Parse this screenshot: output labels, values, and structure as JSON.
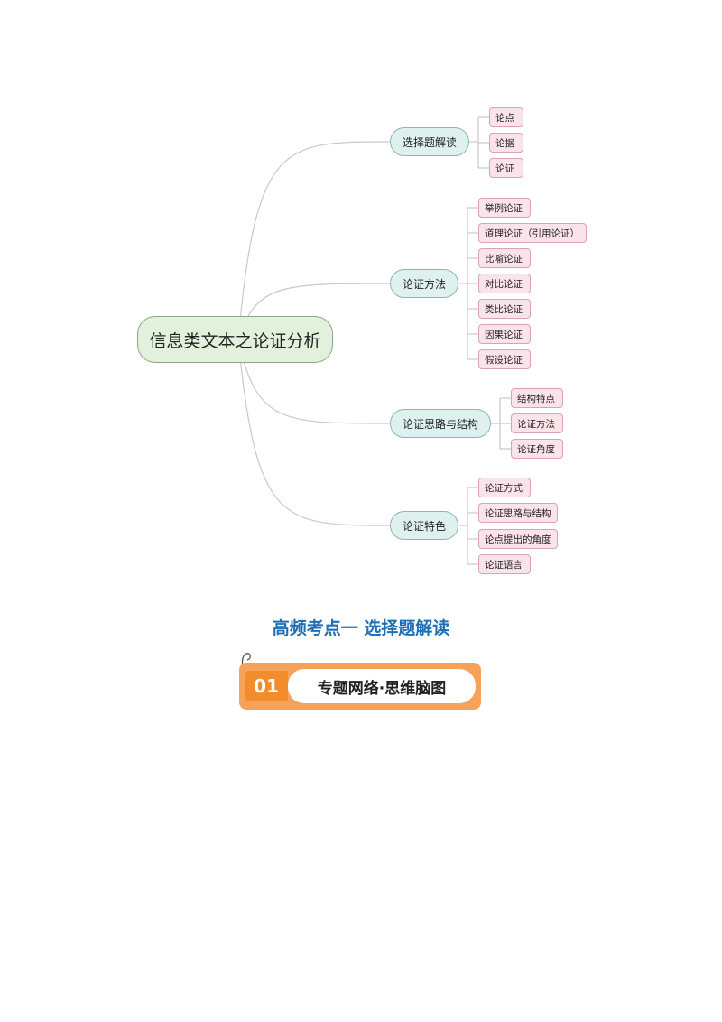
{
  "mindmap": {
    "root": "信息类文本之论证分析",
    "branches": [
      {
        "label": "选择题解读",
        "leaves": [
          "论点",
          "论据",
          "论证"
        ]
      },
      {
        "label": "论证方法",
        "leaves": [
          "举例论证",
          "道理论证（引用论证）",
          "比喻论证",
          "对比论证",
          "类比论证",
          "因果论证",
          "假设论证"
        ]
      },
      {
        "label": "论证思路与结构",
        "leaves": [
          "结构特点",
          "论证方法",
          "论证角度"
        ]
      },
      {
        "label": "论证特色",
        "leaves": [
          "论证方式",
          "论证思路与结构",
          "论点提出的角度",
          "论证语言"
        ]
      }
    ],
    "colors": {
      "root_fill": "#e2f1dc",
      "branch_fill": "#dff1ee",
      "leaf_fill": "#fbe3ea",
      "connector": "#c8c8c8"
    }
  },
  "section_heading": "高频考点一    选择题解读",
  "banner": {
    "number": "01",
    "title": "专题网络·思维脑图",
    "colors": {
      "outer": "#f6a25a",
      "number_bg": "#f28c2c"
    }
  }
}
